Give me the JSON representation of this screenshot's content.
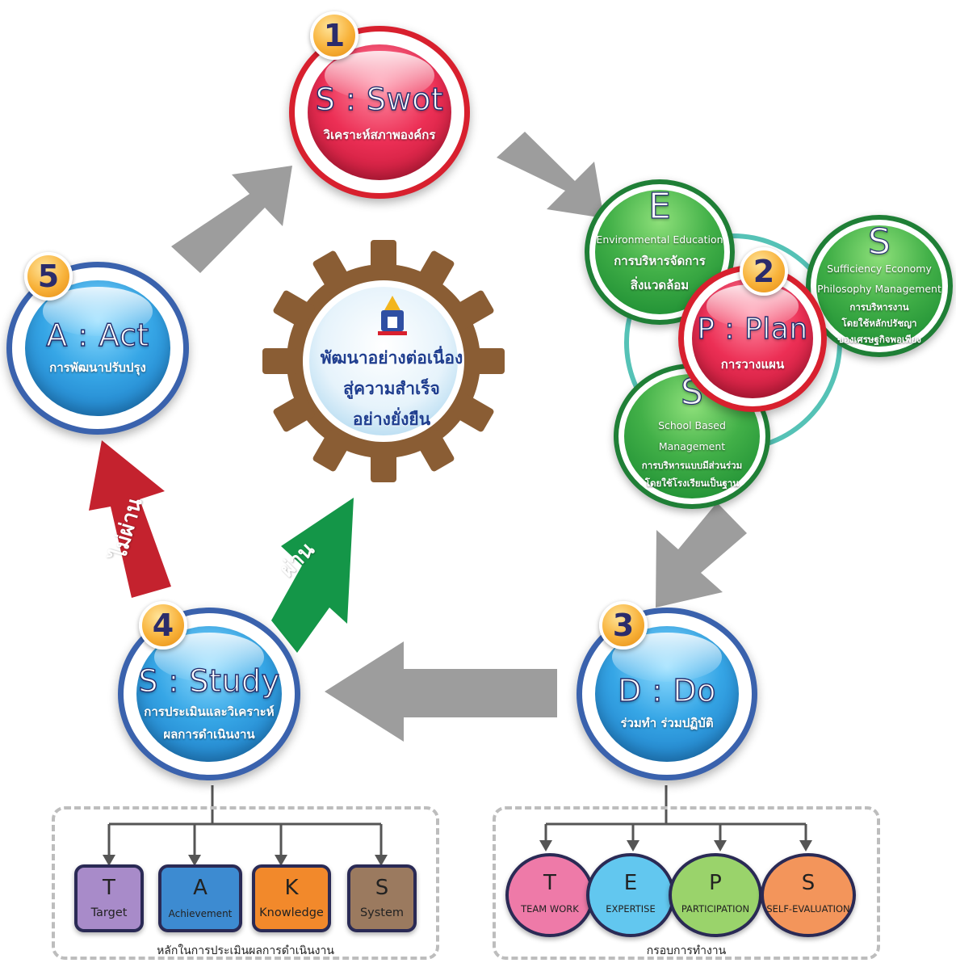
{
  "stages": {
    "swot": {
      "number": "1",
      "title": "S : Swot",
      "subtitle": "วิเคราะห์สภาพองค์กร"
    },
    "plan": {
      "number": "2",
      "title": "P : Plan",
      "subtitle": "การวางแผน"
    },
    "do": {
      "number": "3",
      "title": "D : Do",
      "subtitle": "ร่วมทำ ร่วมปฏิบัติ"
    },
    "study": {
      "number": "4",
      "title": "S : Study",
      "subtitle_line1": "การประเมินและวิเคราะห์",
      "subtitle_line2": "ผลการดำเนินงาน"
    },
    "act": {
      "number": "5",
      "title": "A : Act",
      "subtitle": "การพัฒนาปรับปรุง"
    }
  },
  "plan_circles": {
    "e": {
      "letter": "E",
      "en": "Environmental Education",
      "th_line1": "การบริหารจัดการ",
      "th_line2": "สิ่งแวดล้อม"
    },
    "s_right": {
      "letter": "S",
      "en_line1": "Sufficiency Economy",
      "en_line2": "Philosophy Management",
      "th_line1": "การบริหารงาน",
      "th_line2": "โดยใช้หลักปรัชญา",
      "th_line3": "ของเศรษฐกิจพอเพียง"
    },
    "s_bottom": {
      "letter": "S",
      "en_line1": "School Based",
      "en_line2": "Management",
      "th_line1": "การบริหารแบบมีส่วนร่วม",
      "th_line2": "โดยใช้โรงเรียนเป็นฐาน"
    }
  },
  "center": {
    "line1": "พัฒนาอย่างต่อเนื่อง",
    "line2": "สู่ความสำเร็จ",
    "line3": "อย่างยั่งยืน"
  },
  "arrows": {
    "fail_label": "ไม่ผ่าน",
    "pass_label": "ผ่าน"
  },
  "tasks": {
    "caption": "หลักในการประเมินผลการดำเนินงาน",
    "items": [
      {
        "letter": "T",
        "word": "Target"
      },
      {
        "letter": "A",
        "word": "Achievement"
      },
      {
        "letter": "K",
        "word": "Knowledge"
      },
      {
        "letter": "S",
        "word": "System"
      }
    ]
  },
  "teps": {
    "caption": "กรอบการทำงาน",
    "items": [
      {
        "letter": "T",
        "word": "TEAM WORK"
      },
      {
        "letter": "E",
        "word": "EXPERTISE"
      },
      {
        "letter": "P",
        "word": "PARTICIPATION"
      },
      {
        "letter": "S",
        "word": "SELF-EVALUATION"
      }
    ]
  },
  "colors": {
    "stage_blue": "#3a62ad",
    "stage_red": "#d8202e",
    "green": "#1f7f36",
    "gear": "#8a5d34",
    "arrow_gray": "#9d9d9d",
    "arrow_red": "#c4222e",
    "arrow_green": "#149648",
    "task_target": "#a88bc9",
    "task_achievement": "#3d8bd1",
    "task_knowledge": "#f2892b",
    "task_system": "#9b7a5f",
    "teps_t": "#ee7aa8",
    "teps_e": "#62c7ef",
    "teps_p": "#9ad36b",
    "teps_s": "#f3955b"
  }
}
